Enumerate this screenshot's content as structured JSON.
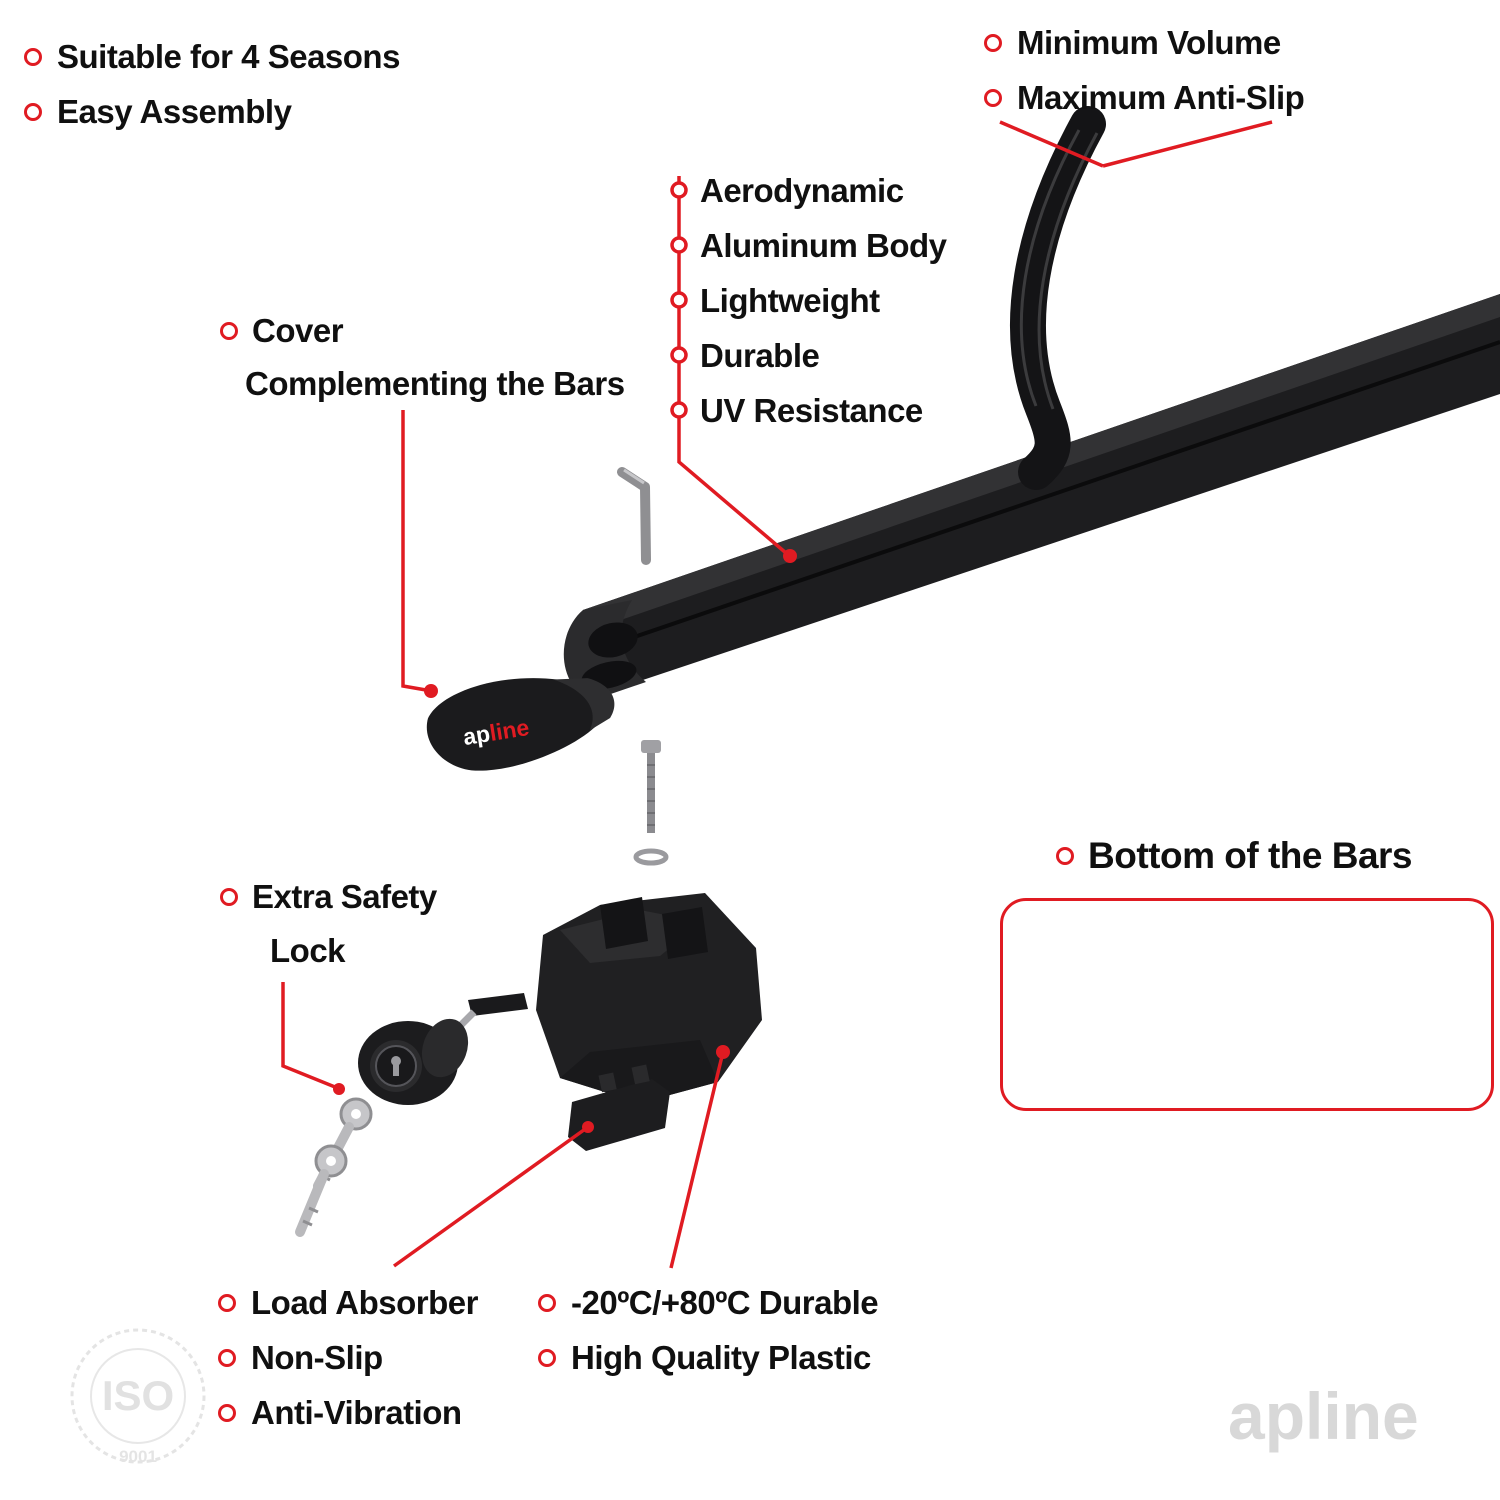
{
  "colors": {
    "accent": "#e01b22",
    "bar_black": "#1d1d1f",
    "watermark_gray": "#d8d8d8"
  },
  "top_left": {
    "items": [
      "Suitable for 4 Seasons",
      "Easy Assembly"
    ]
  },
  "top_right": {
    "items": [
      "Minimum Volume",
      "Maximum Anti-Slip"
    ]
  },
  "bar_features": {
    "items": [
      "Aerodynamic",
      "Aluminum Body",
      "Lightweight",
      "Durable",
      "UV Resistance"
    ]
  },
  "cover": {
    "line1": "Cover",
    "line2": "Complementing the Bars"
  },
  "safety_lock": {
    "line1": "Extra Safety",
    "line2": "Lock"
  },
  "bottom_of_bars": {
    "title": "Bottom of the Bars"
  },
  "bottom_left": {
    "items": [
      "Load Absorber",
      "Non-Slip",
      "Anti-Vibration"
    ]
  },
  "bottom_mid": {
    "items": [
      "-20ºC/+80ºC Durable",
      "High Quality Plastic"
    ]
  },
  "brand": {
    "cover_logo_prefix": "ap",
    "cover_logo_suffix": "line",
    "watermark": "apline"
  },
  "iso_badge": {
    "title": "ISO",
    "subtitle": "9001"
  }
}
